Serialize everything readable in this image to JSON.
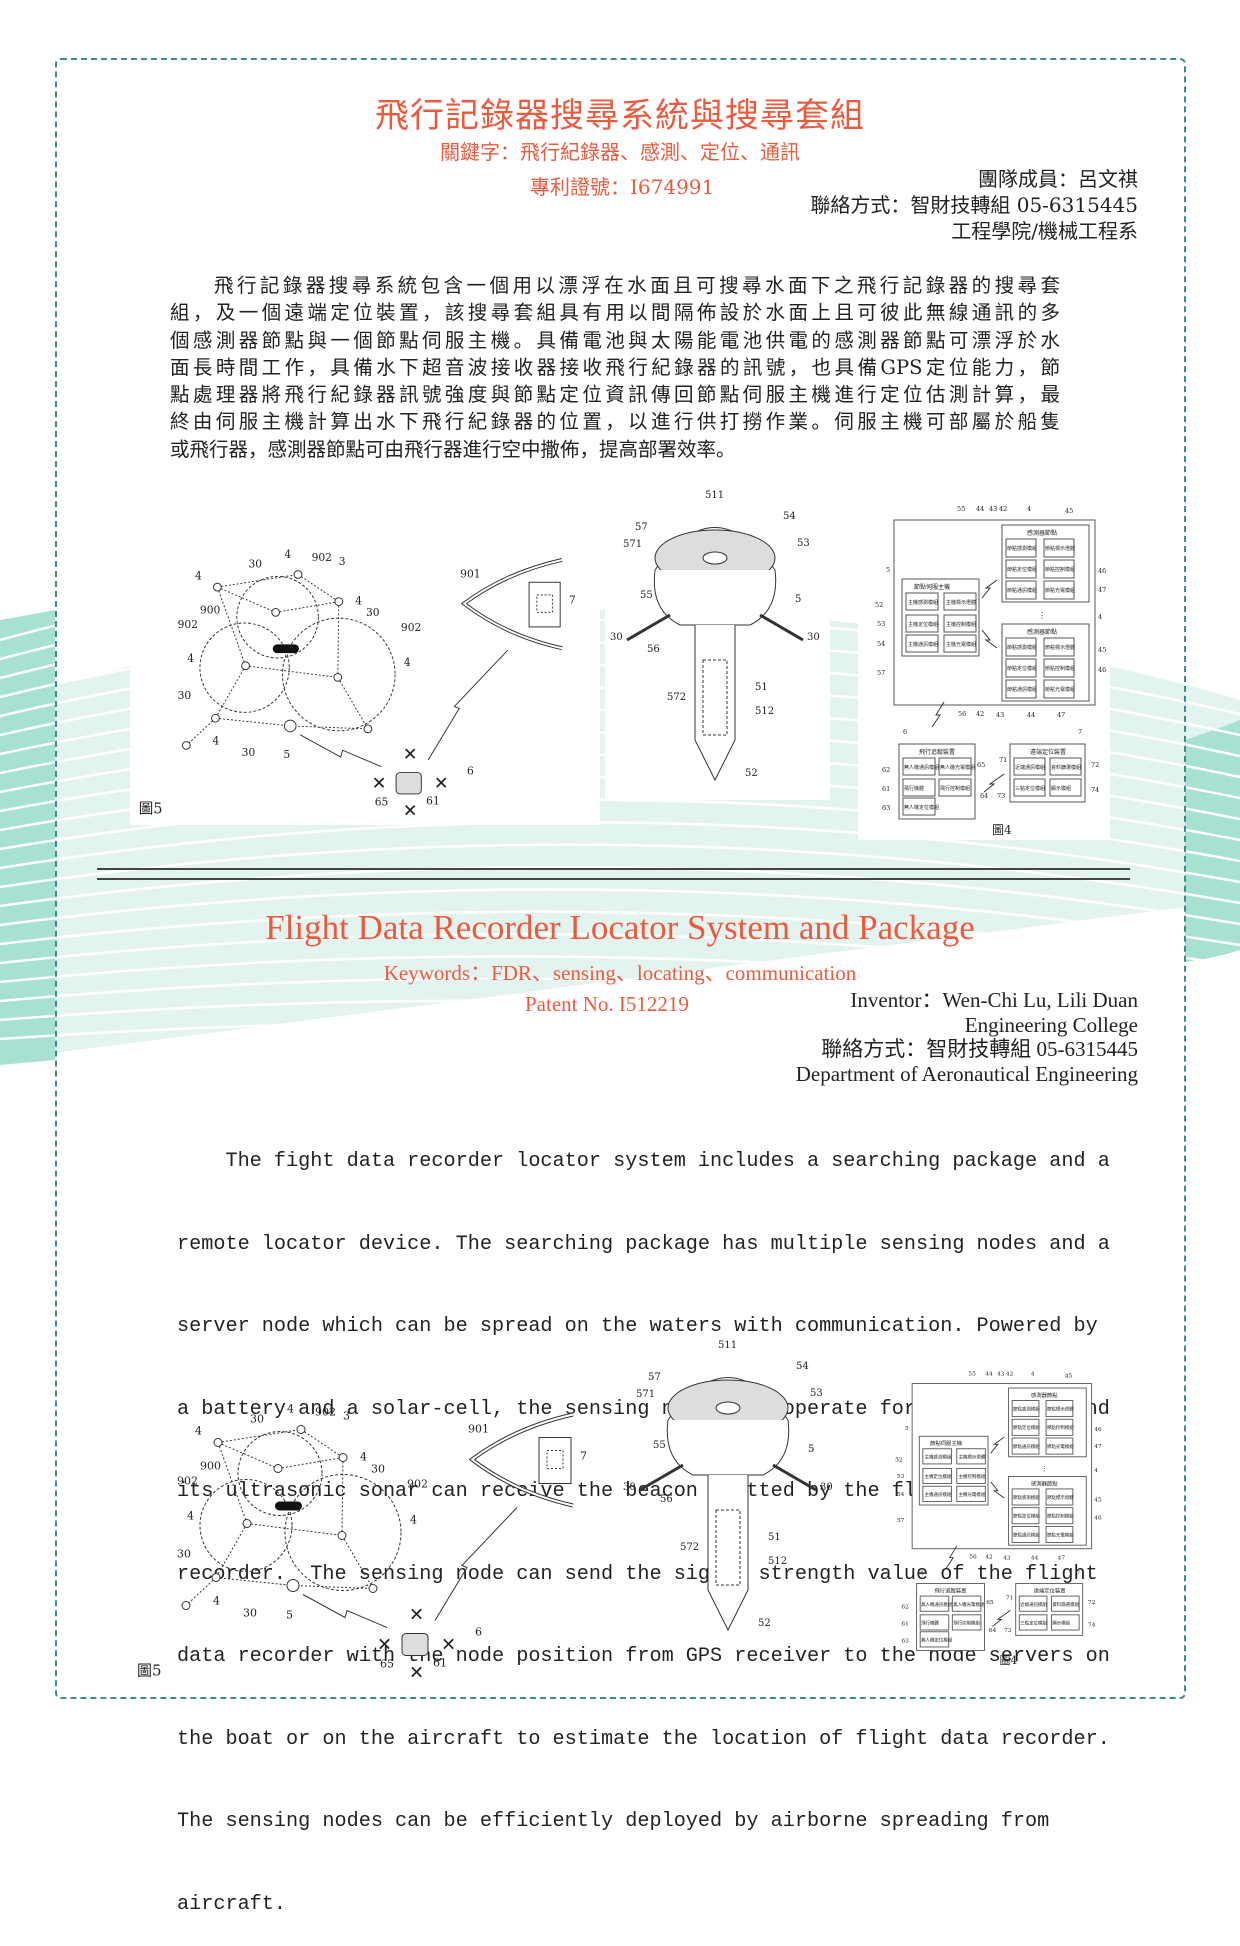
{
  "colors": {
    "accent": "#ec5a3e",
    "border": "#3c8c8e",
    "wave_light": "#e3f4f0",
    "wave_dark": "#a6e1d2"
  },
  "zh": {
    "title": "飛行記錄器搜尋系統與搜尋套組",
    "keywords": "關鍵字：飛行紀錄器、感測、定位、通訊",
    "patent": "專利證號：I674991",
    "team": "團隊成員：呂文祺",
    "contact": "聯絡方式：智財技轉組 05-6315445",
    "department": "工程學院/機械工程系",
    "paragraph": [
      "飛行記錄器搜尋系統包含一個用以漂浮在水面且可搜尋水面下之飛行記錄器的搜尋套",
      "組，及一個遠端定位裝置，該搜尋套組具有用以間隔佈設於水面上且可彼此無線通訊的多",
      "個感測器節點與一個節點伺服主機。具備電池與太陽能電池供電的感測器節點可漂浮於水",
      "面長時間工作，具備水下超音波接收器接收飛行紀錄器的訊號，也具備GPS定位能力，節",
      "點處理器將飛行紀錄器訊號強度與節點定位資訊傳回節點伺服主機進行定位估測計算，最",
      "終由伺服主機計算出水下飛行紀錄器的位置，以進行供打撈作業。伺服主機可部屬於船隻",
      "或飛行器，感測器節點可由飛行器進行空中撒佈，提高部署效率。"
    ]
  },
  "en": {
    "title": "Flight Data Recorder Locator System and Package",
    "keywords": "Keywords：FDR、sensing、locating、communication",
    "patent": "Patent No. I512219",
    "inventor": "Inventor：Wen-Chi Lu, Lili Duan",
    "college": "Engineering College",
    "contact": "聯絡方式：智財技轉組 05-6315445",
    "department": "Department of Aeronautical Engineering",
    "paragraph": [
      "    The fight data recorder locator system includes a searching package and a",
      "remote locator device. The searching package has multiple sensing nodes and a",
      "server node which can be spread on the waters with communication. Powered by",
      "a battery and a solar-cell, the sensing nodes can operate for a long-time and",
      "its ultrasonic sonar can receive the beacon emitted by the flight data",
      "recorder.  The sensing node can send the signal strength value of the flight",
      "data recorder with the node position from GPS receiver to the node servers on",
      "the boat or on the aircraft to estimate the location of flight data recorder.",
      "The sensing nodes can be efficiently deployed by airborne spreading from",
      "aircraft."
    ]
  },
  "figures": {
    "fig5": {
      "caption": "圖5",
      "labels": {
        "l30a": "30",
        "l4a": "4",
        "l902a": "902",
        "l3": "3",
        "l4b": "4",
        "l4c": "4",
        "l900": "900",
        "l30b": "30",
        "l902b": "902",
        "l902c": "902",
        "l4d": "4",
        "l4e": "4",
        "l30c": "30",
        "l4f": "4",
        "l30d": "30",
        "l5": "5",
        "l901": "901",
        "l7": "7",
        "l6": "6",
        "l65": "65",
        "l61": "61"
      }
    },
    "fig3": {
      "labels": {
        "l511": "511",
        "l54": "54",
        "l57": "57",
        "l571": "571",
        "l53": "53",
        "l55": "55",
        "l5": "5",
        "l30a": "30",
        "l56": "56",
        "l30b": "30",
        "l572": "572",
        "l51": "51",
        "l512": "512",
        "l52": "52"
      }
    },
    "fig4": {
      "caption": "圖4",
      "server": {
        "title": "節點伺服主機",
        "modules": [
          "主機感測模組",
          "主機標示燈體",
          "主機定位模組",
          "主機控制模組",
          "主機通訊模組",
          "主機光電模組"
        ]
      },
      "sensor": {
        "title": "感測器節點",
        "modules": [
          "節點感測模組",
          "節點標示燈體",
          "節點定位模組",
          "節點控制模組",
          "節點通訊模組",
          "節點光電模組"
        ]
      },
      "tracker": {
        "title": "飛行追蹤裝置",
        "modules": [
          "無人機通訊模組",
          "無人機光電模組",
          "飛行機體",
          "飛行控制模組",
          "無人機定位模組"
        ]
      },
      "remote": {
        "title": "遠端定位裝置",
        "modules": [
          "近端通訊模組",
          "資料篩選模組",
          "三點定位模組",
          "顯示模組"
        ]
      },
      "refs": {
        "r55": "55",
        "r44": "44",
        "r43": "43",
        "r42": "42",
        "r4a": "4",
        "r45a": "45",
        "r5": "5",
        "r46a": "46",
        "r47a": "47",
        "r52": "52",
        "r53": "53",
        "r54": "54",
        "r4b": "4",
        "r45b": "45",
        "r46b": "46",
        "r57": "57",
        "r56": "56",
        "r42b": "42",
        "r43b": "43",
        "r44b": "44",
        "r47b": "47",
        "r6": "6",
        "r7": "7",
        "r62": "62",
        "r65": "65",
        "r61": "61",
        "r64": "64",
        "r63": "63",
        "r71": "71",
        "r72": "72",
        "r73": "73",
        "r74": "74"
      }
    }
  }
}
